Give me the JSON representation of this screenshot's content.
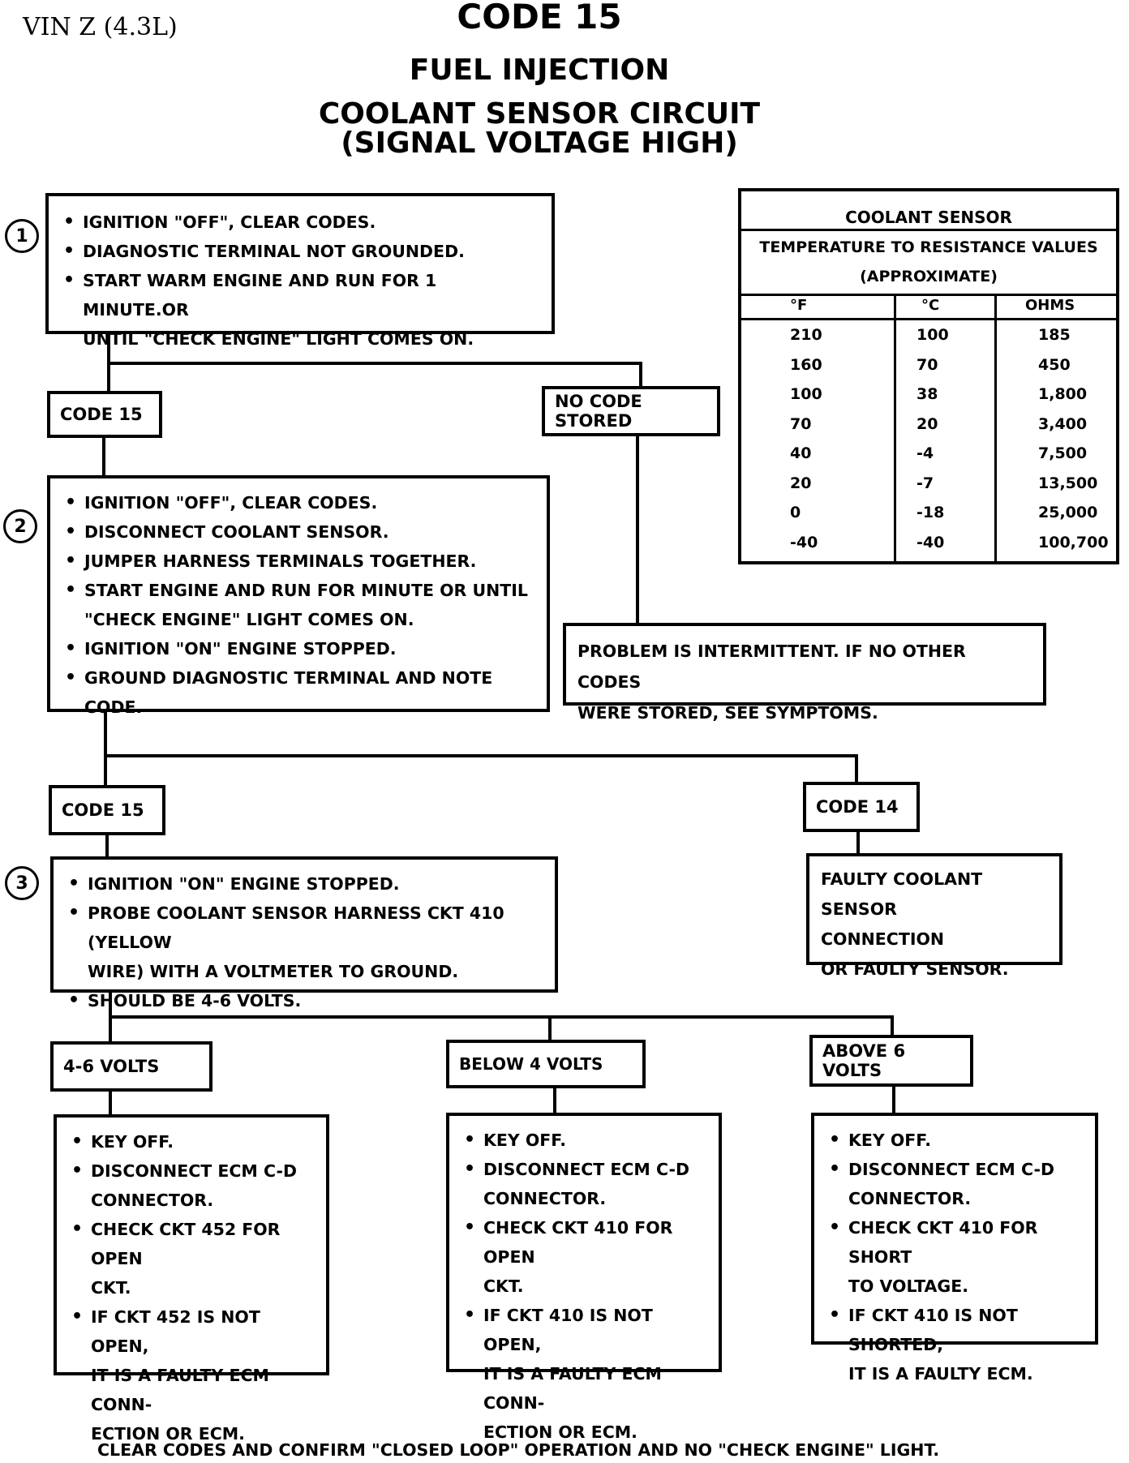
{
  "header": {
    "vin": "VIN  Z  (4.3L)",
    "code": "CODE 15",
    "system": "FUEL INJECTION",
    "circuit_line1": "COOLANT SENSOR CIRCUIT",
    "circuit_line2": "(SIGNAL VOLTAGE HIGH)"
  },
  "steps": {
    "step1": {
      "number": "1",
      "items": [
        "IGNITION \"OFF\", CLEAR CODES.",
        "DIAGNOSTIC TERMINAL NOT GROUNDED.",
        "START  WARM ENGINE AND RUN FOR 1 MINUTE.OR\nUNTIL \"CHECK ENGINE\" LIGHT COMES ON."
      ]
    },
    "step2": {
      "number": "2",
      "items": [
        "IGNITION \"OFF\", CLEAR CODES.",
        "DISCONNECT COOLANT SENSOR.",
        "JUMPER HARNESS TERMINALS TOGETHER.",
        "START  ENGINE  AND RUN FOR  MINUTE OR UNTIL\n\"CHECK ENGINE\" LIGHT COMES ON.",
        "IGNITION \"ON\" ENGINE STOPPED.",
        "GROUND DIAGNOSTIC TERMINAL AND NOTE CODE."
      ]
    },
    "step3": {
      "number": "3",
      "items": [
        "IGNITION \"ON\" ENGINE STOPPED.",
        "PROBE COOLANT SENSOR HARNESS CKT 410 (YELLOW\nWIRE) WITH A VOLTMETER TO GROUND.",
        "SHOULD BE 4-6 VOLTS."
      ]
    }
  },
  "branches": {
    "code15_a": "CODE 15",
    "no_code_stored": "NO CODE STORED",
    "intermittent_note": "PROBLEM IS INTERMITTENT.  IF NO OTHER CODES\nWERE STORED, SEE SYMPTOMS.",
    "code15_b": "CODE 15",
    "code14": "CODE 14",
    "code14_note": "FAULTY COOLANT SENSOR\nCONNECTION\nOR FAULTY SENSOR.",
    "volts_4_6": "4-6  VOLTS",
    "below_4": "BELOW 4  VOLTS",
    "above_6": "ABOVE 6  VOLTS"
  },
  "results": {
    "r_4_6": [
      "KEY OFF.",
      "DISCONNECT ECM C-D\nCONNECTOR.",
      "CHECK CKT 452 FOR OPEN\nCKT.",
      "IF CKT 452 IS NOT OPEN,\nIT IS A FAULTY ECM CONN-\nECTION OR ECM."
    ],
    "r_below_4": [
      "KEY OFF.",
      "DISCONNECT ECM C-D\nCONNECTOR.",
      "CHECK CKT 410 FOR OPEN\nCKT.",
      "IF CKT 410 IS NOT OPEN,\nIT IS A FAULTY ECM CONN-\nECTION OR ECM."
    ],
    "r_above_6": [
      "KEY OFF.",
      "DISCONNECT ECM C-D\nCONNECTOR.",
      "CHECK CKT 410 FOR SHORT\nTO VOLTAGE.",
      "IF CKT 410 IS NOT SHORTED,\nIT IS A FAULTY ECM."
    ]
  },
  "sensor_table": {
    "title": "COOLANT SENSOR",
    "subtitle1": "TEMPERATURE TO RESISTANCE VALUES",
    "subtitle2": "(APPROXIMATE)",
    "headers": [
      "°F",
      "°C",
      "OHMS"
    ],
    "rows": [
      [
        "210",
        "100",
        "185"
      ],
      [
        "160",
        "70",
        "450"
      ],
      [
        "100",
        "38",
        "1,800"
      ],
      [
        "70",
        "20",
        "3,400"
      ],
      [
        "40",
        "-4",
        "7,500"
      ],
      [
        "20",
        "-7",
        "13,500"
      ],
      [
        "0",
        "-18",
        "25,000"
      ],
      [
        "-40",
        "-40",
        "100,700"
      ]
    ]
  },
  "footer": "CLEAR CODES AND CONFIRM \"CLOSED LOOP\"  OPERATION AND NO \"CHECK ENGINE\" LIGHT."
}
